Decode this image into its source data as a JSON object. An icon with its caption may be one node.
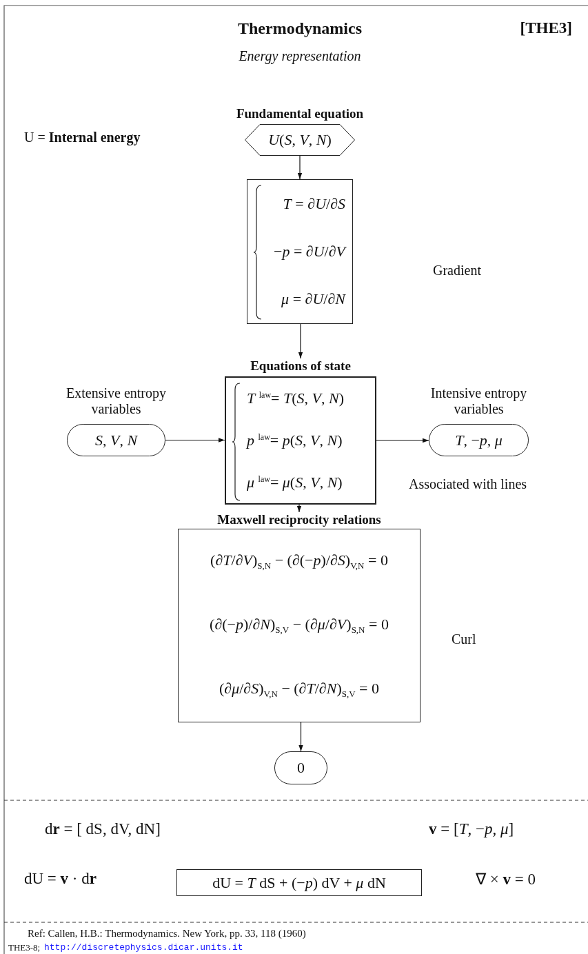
{
  "diagram": {
    "title": "Thermodynamics",
    "nodes": [
      {
        "text": [
          "Fundamental equation",
          "*U*(*S*, *V*, *N*)"
        ]
      },
      {
        "text": [
          "*T* = ∂*U*/∂*S*",
          "−*p* = ∂*U*/∂*V*",
          "*μ* = ∂*U*/∂*N*"
        ]
      },
      {
        "text": [
          "Equations of state",
          "*T* $^{law}$= *T*(*S*, *V*, *N*)",
          "*p* $^{law}$= *p*(*S*, *V*, *N*)",
          "*μ* $^{law}$= *μ*(*S*, *V*, *N*)"
        ]
      },
      {
        "text": [
          "Extensive entropy variables",
          "*S*, *V*, *N*"
        ]
      },
      {
        "text": [
          "Intensive entropy variables",
          "*T*, −*p*, *μ*"
        ],
        "beside": [
          "Associated with lines"
        ]
      },
      {
        "text": [
          "Maxwell reciprocity relations",
          "(∂*T*/∂*V*)$_{S,N}$ − (∂(−*p*)/∂*S*)$_{V,N}$ = 0",
          "(∂(−*p*)/∂*N*)$_{S,V}$ − (∂*μ*/∂*V*)$_{S,N}$ = 0",
          "(∂*μ*/∂*S*)$_{V,N}$ − (∂*T*/∂*N*)$_{S,V}$ = 0"
        ]
      },
      {
        "text": [
          "0"
        ]
      },
      {
        "text": [
          "dU = *T* dS + (−*p*) dV + *μ* dN"
        ]
      }
    ],
    "edges": [
      {
        "from": 0,
        "to": 1,
        "arrow": "to"
      },
      {
        "from": 1,
        "to": 2,
        "arrow": "to"
      },
      {
        "from": 3,
        "to": 2,
        "arrow": "to"
      },
      {
        "from": 2,
        "to": 4,
        "arrow": "to"
      },
      {
        "from": 2,
        "to": 5,
        "arrow": "to"
      },
      {
        "from": 5,
        "to": 6,
        "arrow": "to"
      }
    ],
    "labels": [
      "Energy representation",
      "[THE3]",
      "U = **Internal energy**",
      "Gradient",
      "Curl",
      "d**r** = [ dS, dV, dN]",
      "**v** = [*T*, −*p*, *μ*]",
      "dU = **v** · d**r**",
      "∇ × **v** = 0",
      "Ref: Callen, H.B.: Thermodynamics. New York, pp. 33, 118 (1960)",
      "THE3-8;",
      "http://discretephysics.dicar.units.it"
    ]
  }
}
